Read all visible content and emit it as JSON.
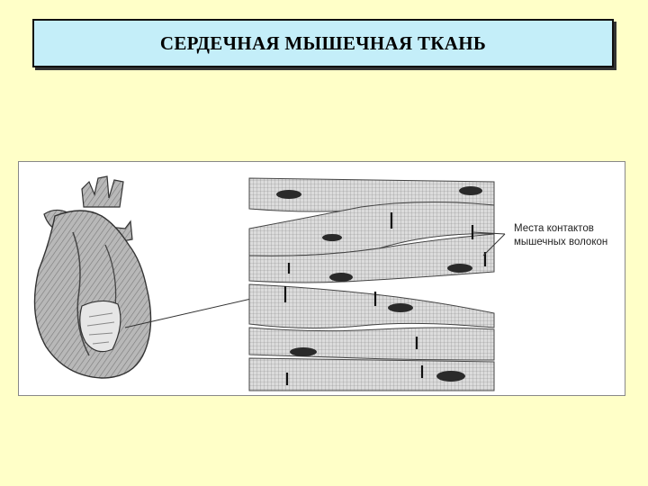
{
  "slide": {
    "title": "СЕРДЕЧНАЯ МЫШЕЧНАЯ ТКАНЬ"
  },
  "figure": {
    "callout_line1": "Места контактов",
    "callout_line2": "мышечных волокон"
  },
  "colors": {
    "background": "#ffffc8",
    "title_box": "#c4eef9",
    "fiber_fill": "#d8d8d8",
    "nucleus": "#2a2a2a"
  }
}
